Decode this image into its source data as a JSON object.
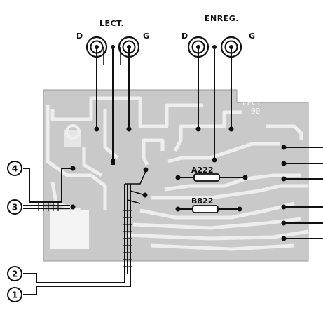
{
  "connectors": {
    "lect_label": "LECT.",
    "enreg_label": "ENREG.",
    "left_channel": "D",
    "right_channel": "G"
  },
  "board_text": {
    "line1": "LECT",
    "line2": "00"
  },
  "resistors": {
    "r1": "A222",
    "r2": "B822"
  },
  "terminals": [
    "1",
    "2",
    "3",
    "4"
  ],
  "colors": {
    "board": "#c8c8c8",
    "track": "#ececec",
    "wire": "#111111"
  }
}
